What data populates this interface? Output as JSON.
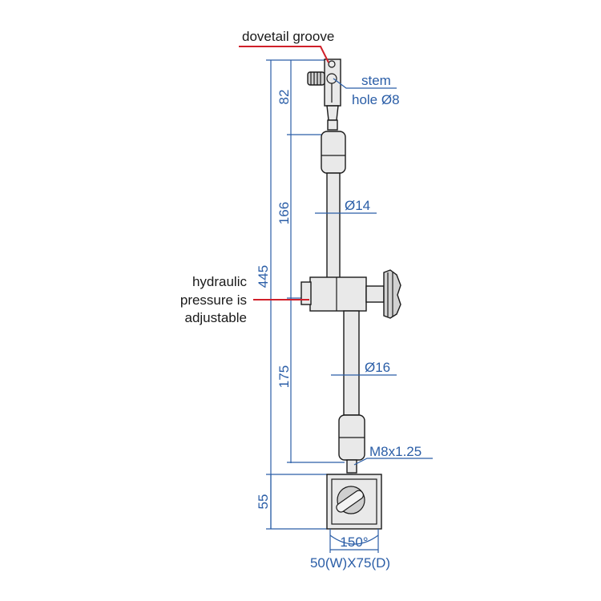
{
  "labels": {
    "dovetail": "dovetail groove",
    "stem_line1": "stem",
    "stem_line2": "hole Ø8",
    "hydraulic_line1": "hydraulic",
    "hydraulic_line2": "pressure is",
    "hydraulic_line3": "adjustable"
  },
  "dimensions": {
    "top_section": "82",
    "upper_arm": "166",
    "overall": "445",
    "lower_arm": "175",
    "base_height": "55",
    "upper_rod_dia": "Ø14",
    "lower_rod_dia": "Ø16",
    "thread": "M8x1.25",
    "rotation": "150°",
    "base_size": "50(W)X75(D)"
  },
  "colors": {
    "dimension": "#2b5ea7",
    "leader": "#d0202a",
    "part_fill": "#e9e9e9"
  }
}
